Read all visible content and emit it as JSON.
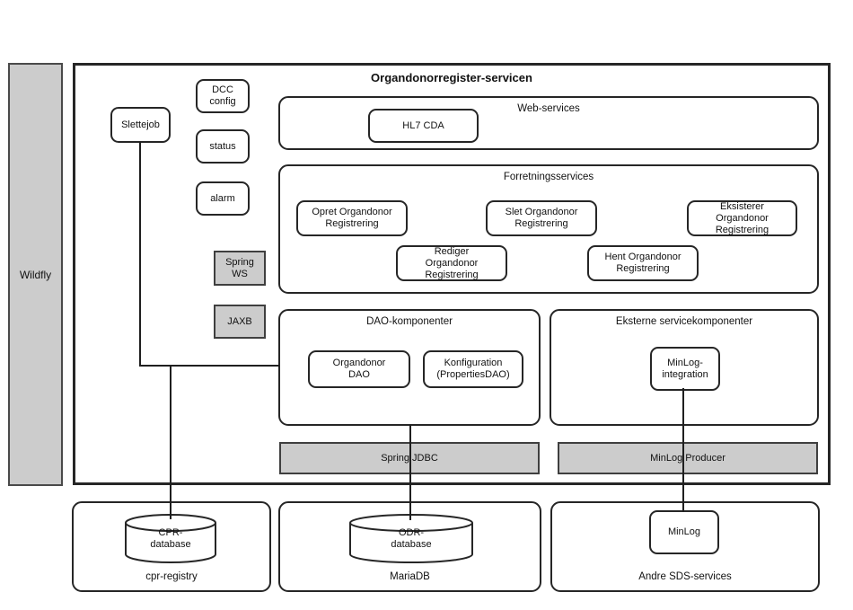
{
  "colors": {
    "gray_fill": "#cccccc",
    "border_dark": "#262626",
    "line": "#1f1f1f",
    "background": "#ffffff"
  },
  "wildfly": {
    "label": "Wildfly"
  },
  "main": {
    "title": "Organdonorregister-servicen",
    "slettejob": "Slettejob",
    "dcc_config": "DCC\nconfig",
    "status": "status",
    "alarm": "alarm",
    "spring_ws": "Spring\nWS",
    "jaxb": "JAXB",
    "web_services": {
      "label": "Web-services",
      "hl7_cda": "HL7 CDA"
    },
    "forretningsservices": {
      "label": "Forretningsservices",
      "opret": "Opret Organdonor\nRegistrering",
      "slet": "Slet Organdonor\nRegistrering",
      "eksisterer": "Eksisterer\nOrgandonor\nRegistrering",
      "rediger": "Rediger\nOrgandonor\nRegistrering",
      "hent": "Hent Organdonor\nRegistrering"
    },
    "dao": {
      "label": "DAO-komponenter",
      "organdonor_dao": "Organdonor\nDAO",
      "konfiguration": "Konfiguration\n(PropertiesDAO)"
    },
    "eksterne": {
      "label": "Eksterne servicekomponenter",
      "minlog_integration": "MinLog-\nintegration"
    },
    "spring_jdbc": "Spring JDBC",
    "minlog_producer": "MinLog Producer"
  },
  "bottom": {
    "cpr_registry": {
      "label": "cpr-registry",
      "database": "CPR-\ndatabase"
    },
    "mariadb": {
      "label": "MariaDB",
      "database": "ODR-\ndatabase"
    },
    "andre_sds": {
      "label": "Andre SDS-services",
      "minlog": "MinLog"
    }
  }
}
